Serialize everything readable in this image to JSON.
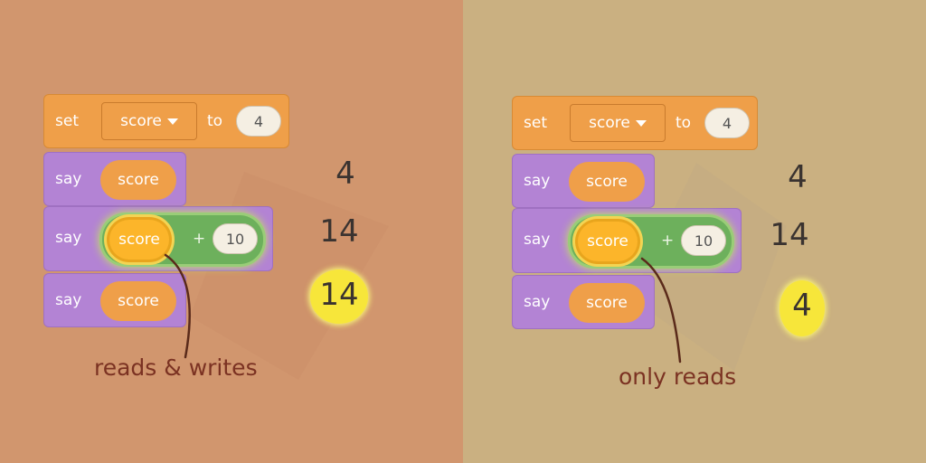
{
  "panels": [
    {
      "set_block": {
        "keyword": "set",
        "variable": "score",
        "to_label": "to",
        "value": "4"
      },
      "say_blocks": [
        {
          "keyword": "say",
          "reporter": "score"
        },
        {
          "keyword": "say",
          "reporter": "score",
          "operator": "+",
          "operand": "10"
        },
        {
          "keyword": "say",
          "reporter": "score"
        }
      ],
      "outputs": [
        "4",
        "14",
        "14"
      ],
      "caption": "reads & writes"
    },
    {
      "set_block": {
        "keyword": "set",
        "variable": "score",
        "to_label": "to",
        "value": "4"
      },
      "say_blocks": [
        {
          "keyword": "say",
          "reporter": "score"
        },
        {
          "keyword": "say",
          "reporter": "score",
          "operator": "+",
          "operand": "10"
        },
        {
          "keyword": "say",
          "reporter": "score"
        }
      ],
      "outputs": [
        "4",
        "14",
        "4"
      ],
      "caption": "only reads"
    }
  ],
  "colors": {
    "left_background": "#d59a72",
    "right_background": "#cdb385",
    "set_block": "#ef9f49",
    "say_block": "#b383d4",
    "operator_block": "#6db05c",
    "highlight": "#f7e63a",
    "caption_ink": "#7b3222"
  }
}
